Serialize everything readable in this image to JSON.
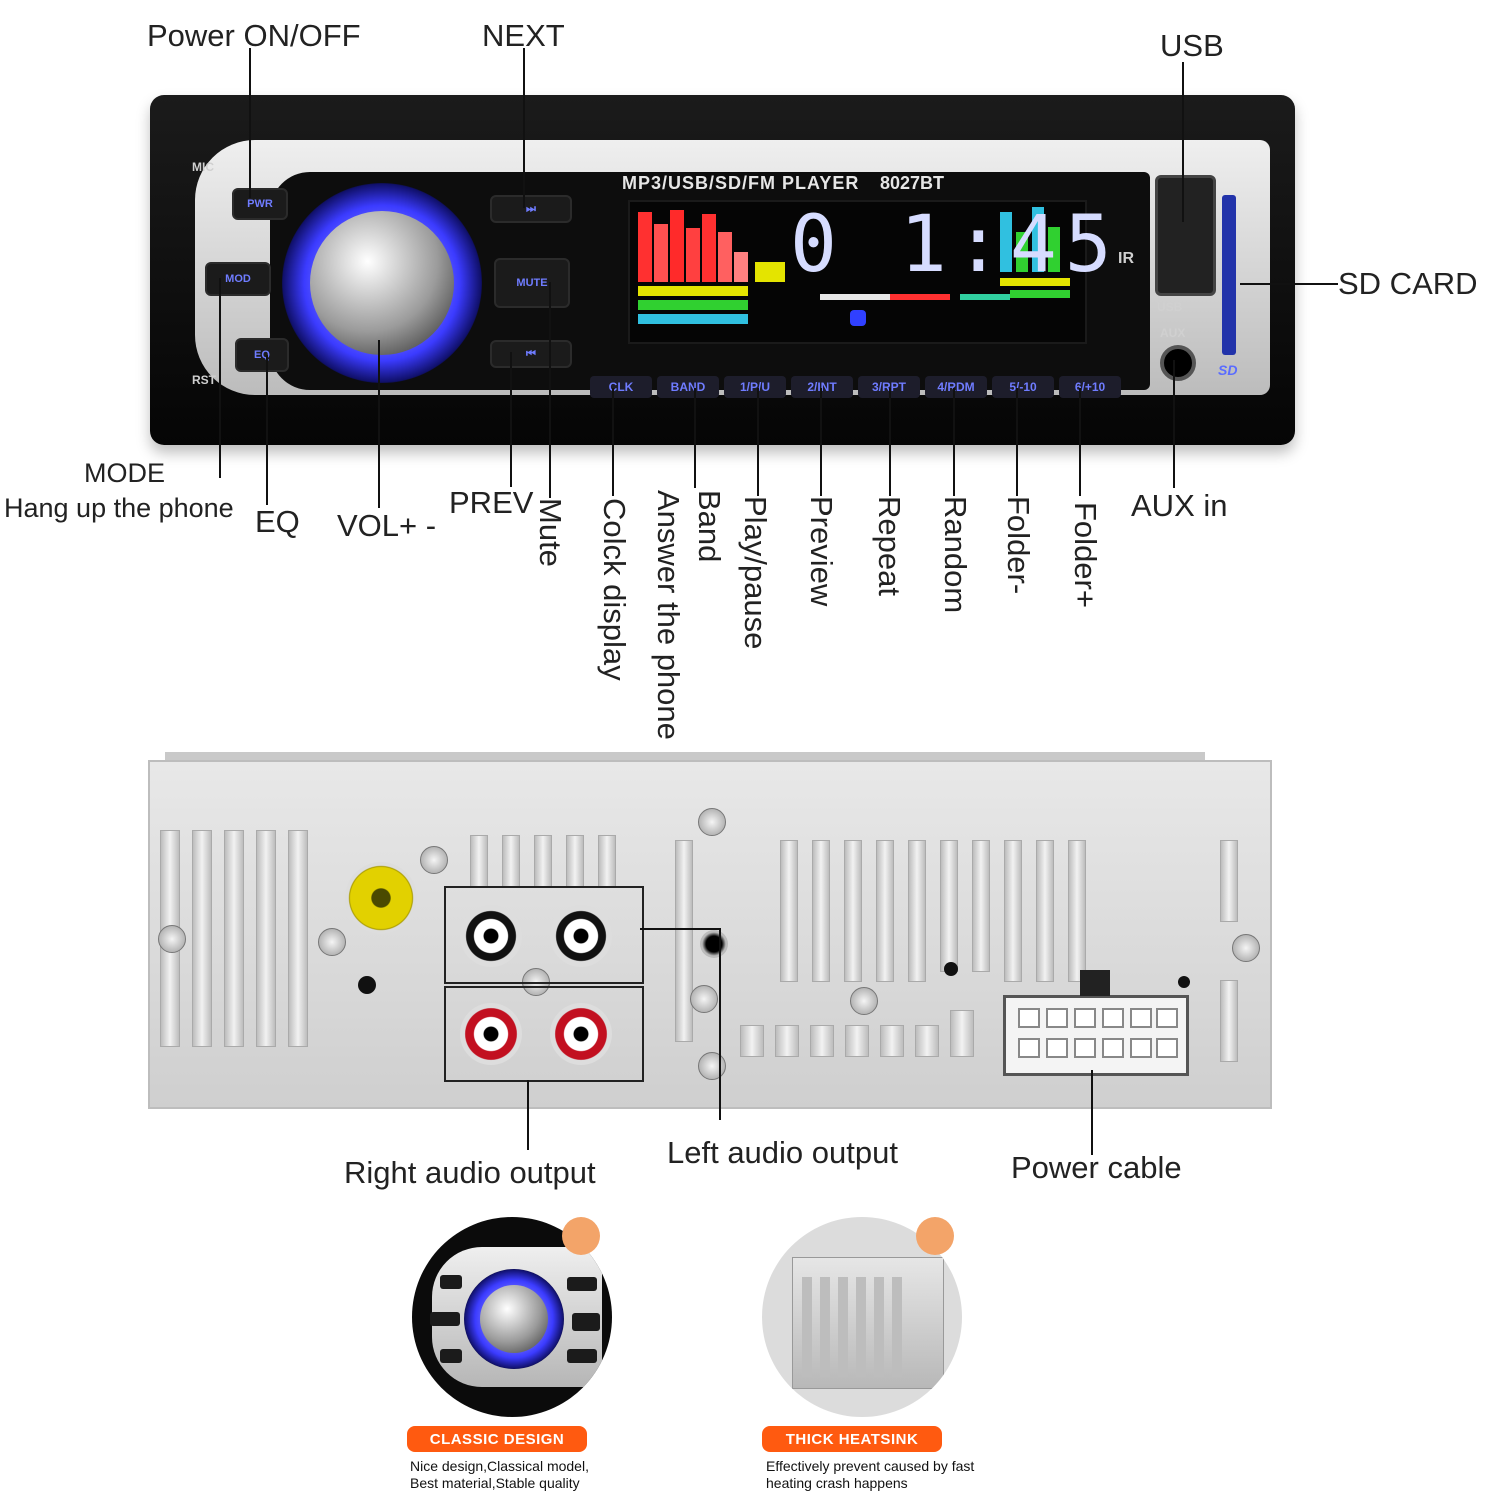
{
  "front_labels": {
    "power": "Power ON/OFF",
    "next": "NEXT",
    "usb": "USB",
    "sd_card": "SD CARD",
    "mode": "MODE",
    "hang_up": "Hang up the phone",
    "eq": "EQ",
    "vol": "VOL+ -",
    "prev": "PREV",
    "mute": "Mute",
    "clock_display": "Colck display",
    "answer_phone": "Answer the phone",
    "band": "Band",
    "play_pause": "Play/pause",
    "preview": "Preview",
    "repeat": "Repeat",
    "random": "Random",
    "folder_minus": "Folder-",
    "folder_plus": "Folder+",
    "aux_in": "AUX in"
  },
  "device": {
    "title": "MP3/USB/SD/FM PLAYER",
    "model": "8027BT",
    "clock": "0 1:45",
    "mic": "MIC",
    "rst": "RST",
    "ir": "IR",
    "usb_mark": "USB",
    "aux_mark": "AUX",
    "sd_mark": "SD",
    "buttons": {
      "pwr": "PWR",
      "mod": "MOD",
      "eq": "EQ",
      "next": "⏭",
      "mute": "MUTE",
      "prev": "⏮"
    },
    "presets": [
      "CLK",
      "BAND",
      "1/P/U",
      "2/INT",
      "3/RPT",
      "4/RDM",
      "5/-10",
      "6/+10"
    ]
  },
  "rear_labels": {
    "right_audio": "Right audio output",
    "left_audio": "Left audio output",
    "power_cable": "Power cable"
  },
  "features": [
    {
      "tag": "CLASSIC DESIGN",
      "desc_line1": "Nice design,Classical model,",
      "desc_line2": "Best material,Stable quality"
    },
    {
      "tag": "THICK HEATSINK",
      "desc_line1": "Effectively prevent caused by fast",
      "desc_line2": "heating crash happens"
    }
  ],
  "colors": {
    "accent_blue": "#3b3bff",
    "tag_orange": "#ff5a10",
    "dot_orange": "#f3a469"
  }
}
